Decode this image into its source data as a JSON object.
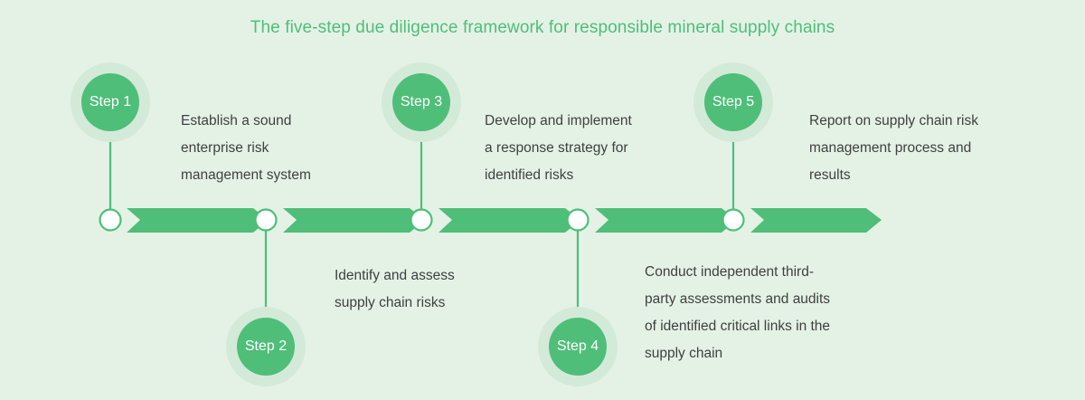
{
  "title": "The five-step due diligence framework for responsible mineral supply chains",
  "colors": {
    "background": "#e4f2e6",
    "accent": "#4fbe79",
    "halo": "#d3ead8",
    "node_fill": "#ffffff",
    "text": "#404040",
    "title_text": "#4fbe79"
  },
  "steps": [
    {
      "label": "Step 1",
      "position": "above",
      "lines": [
        "Establish a sound",
        "enterprise risk",
        "management system"
      ]
    },
    {
      "label": "Step 2",
      "position": "below",
      "lines": [
        "Identify and assess",
        "supply chain risks"
      ]
    },
    {
      "label": "Step 3",
      "position": "above",
      "lines": [
        "Develop and implement",
        "a response strategy for",
        "identified risks"
      ]
    },
    {
      "label": "Step 4",
      "position": "below",
      "lines": [
        "Conduct independent third-",
        "party assessments and audits",
        "of identified critical links in the",
        "supply chain"
      ]
    },
    {
      "label": "Step 5",
      "position": "above",
      "lines": [
        "Report on supply chain risk",
        "management process and",
        "results"
      ]
    }
  ]
}
